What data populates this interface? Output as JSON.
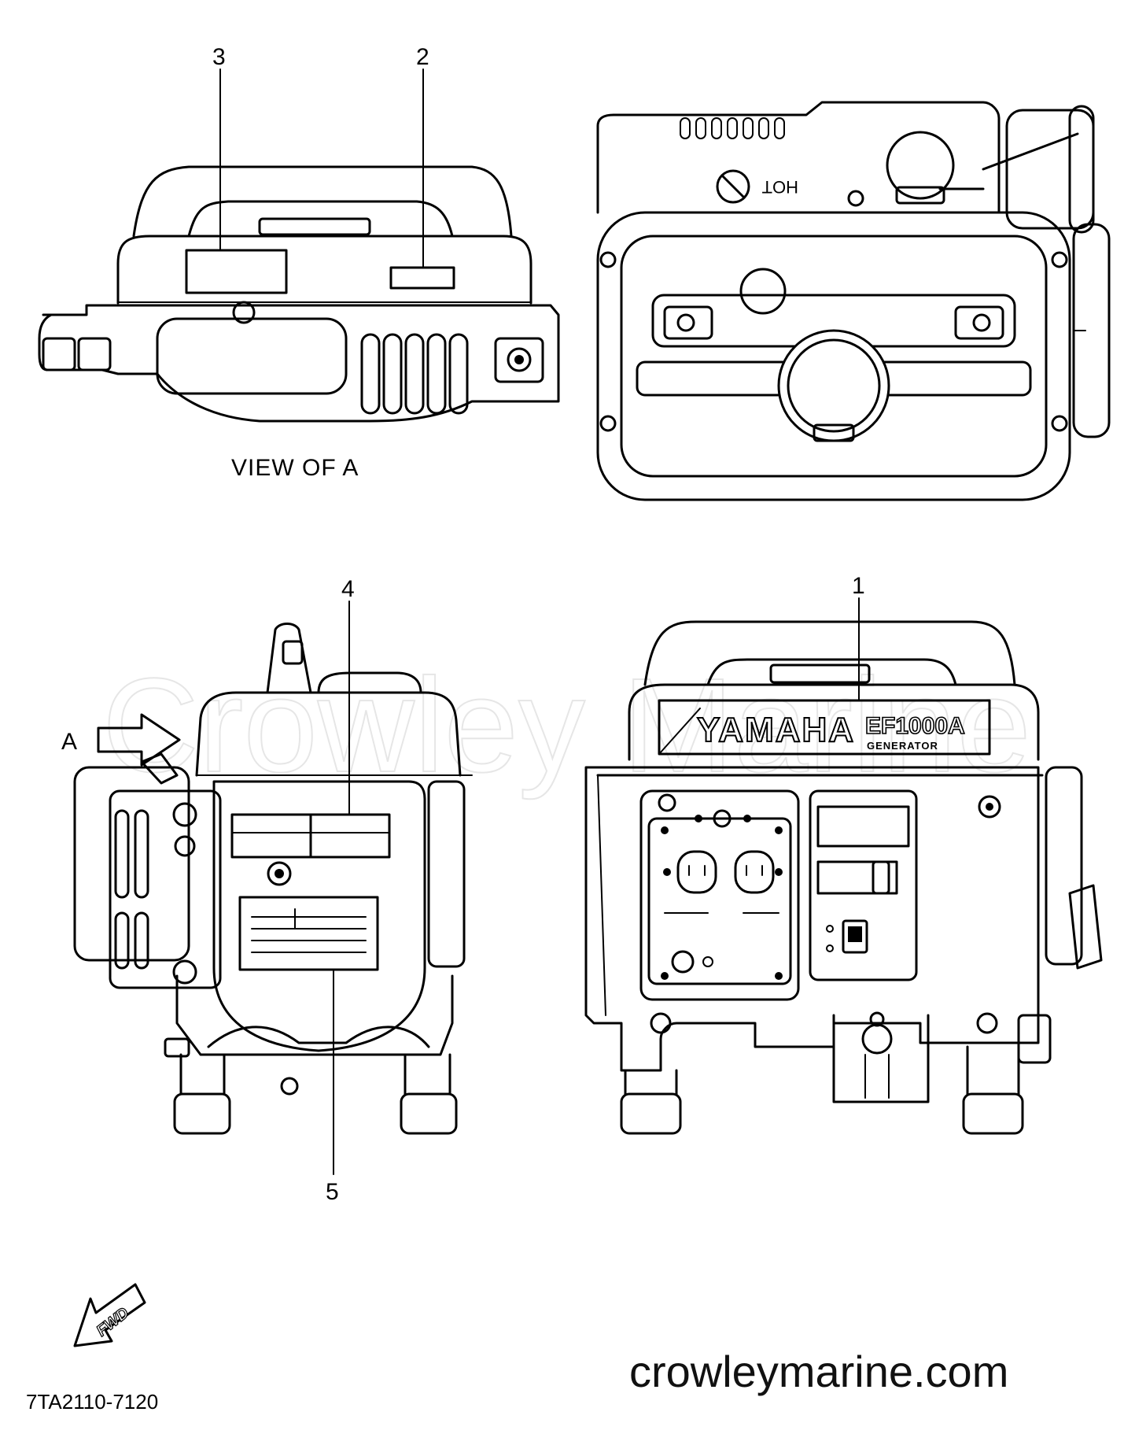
{
  "labels": {
    "view_of_a": "VIEW OF A",
    "view_arrow": "A",
    "part_code": "7TA2110-7120",
    "website": "crowleymarine.com",
    "watermark": "Crowley Marine",
    "fwd": "FWD",
    "hot": "HOT"
  },
  "callouts": [
    "1",
    "2",
    "3",
    "4",
    "5"
  ],
  "front_panel": {
    "brand": "YAMAHA",
    "model": "EF1000A",
    "subtype": "GENERATOR"
  }
}
